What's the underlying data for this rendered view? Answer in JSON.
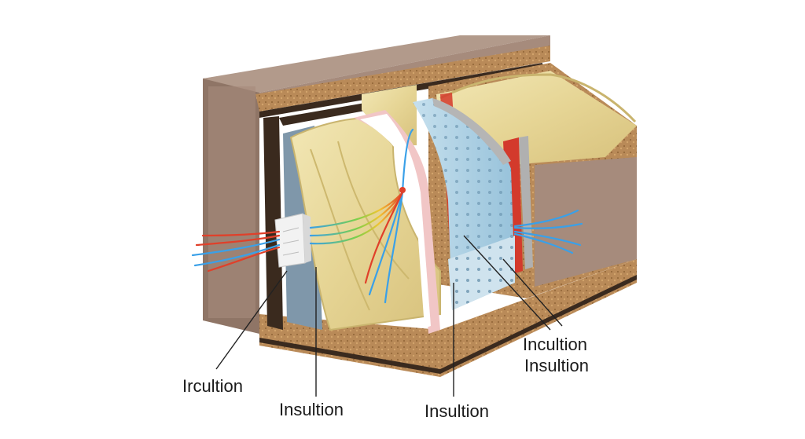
{
  "diagram": {
    "labels": {
      "left": "Ircultion",
      "center_left": "Insultion",
      "center": "Insultion",
      "right_top": "Incultion",
      "right_bottom": "Insultion"
    },
    "colors": {
      "background": "#ffffff",
      "outer_wall": "#a68b7c",
      "outer_wall_side": "#8f7566",
      "fibrous_insulation": "#e8dba0",
      "cork_layer": "#b98a58",
      "foam_board": "#a9cde0",
      "vapor_barrier_red": "#d33a2c",
      "leader_line": "#222222"
    },
    "icons": [
      "heat-flow-arrows",
      "junction-box-icon"
    ]
  }
}
